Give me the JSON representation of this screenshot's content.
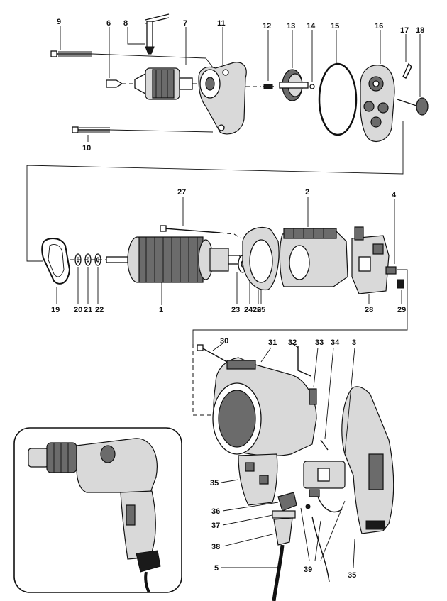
{
  "colors": {
    "ink": "#111111",
    "background": "#ffffff",
    "shade": "#6b6b6b",
    "light_shade": "#d9d9d9"
  },
  "callouts": [
    {
      "id": "9",
      "text": "9"
    },
    {
      "id": "6",
      "text": "6"
    },
    {
      "id": "8",
      "text": "8"
    },
    {
      "id": "7",
      "text": "7"
    },
    {
      "id": "11",
      "text": "11"
    },
    {
      "id": "12",
      "text": "12"
    },
    {
      "id": "13",
      "text": "13"
    },
    {
      "id": "14",
      "text": "14"
    },
    {
      "id": "15",
      "text": "15"
    },
    {
      "id": "16",
      "text": "16"
    },
    {
      "id": "17",
      "text": "17"
    },
    {
      "id": "18",
      "text": "18"
    },
    {
      "id": "10",
      "text": "10"
    },
    {
      "id": "27",
      "text": "27"
    },
    {
      "id": "2",
      "text": "2"
    },
    {
      "id": "4",
      "text": "4"
    },
    {
      "id": "19",
      "text": "19"
    },
    {
      "id": "20",
      "text": "20"
    },
    {
      "id": "21",
      "text": "21"
    },
    {
      "id": "22",
      "text": "22"
    },
    {
      "id": "1",
      "text": "1"
    },
    {
      "id": "23",
      "text": "23"
    },
    {
      "id": "24",
      "text": "24"
    },
    {
      "id": "25",
      "text": "25"
    },
    {
      "id": "26",
      "text": "26"
    },
    {
      "id": "28",
      "text": "28"
    },
    {
      "id": "29",
      "text": "29"
    },
    {
      "id": "30",
      "text": "30"
    },
    {
      "id": "31",
      "text": "31"
    },
    {
      "id": "32",
      "text": "32"
    },
    {
      "id": "33",
      "text": "33"
    },
    {
      "id": "34",
      "text": "34"
    },
    {
      "id": "3",
      "text": "3"
    },
    {
      "id": "35a",
      "text": "35"
    },
    {
      "id": "36",
      "text": "36"
    },
    {
      "id": "37",
      "text": "37"
    },
    {
      "id": "38",
      "text": "38"
    },
    {
      "id": "5",
      "text": "5"
    },
    {
      "id": "39",
      "text": "39"
    },
    {
      "id": "35b",
      "text": "35"
    }
  ]
}
